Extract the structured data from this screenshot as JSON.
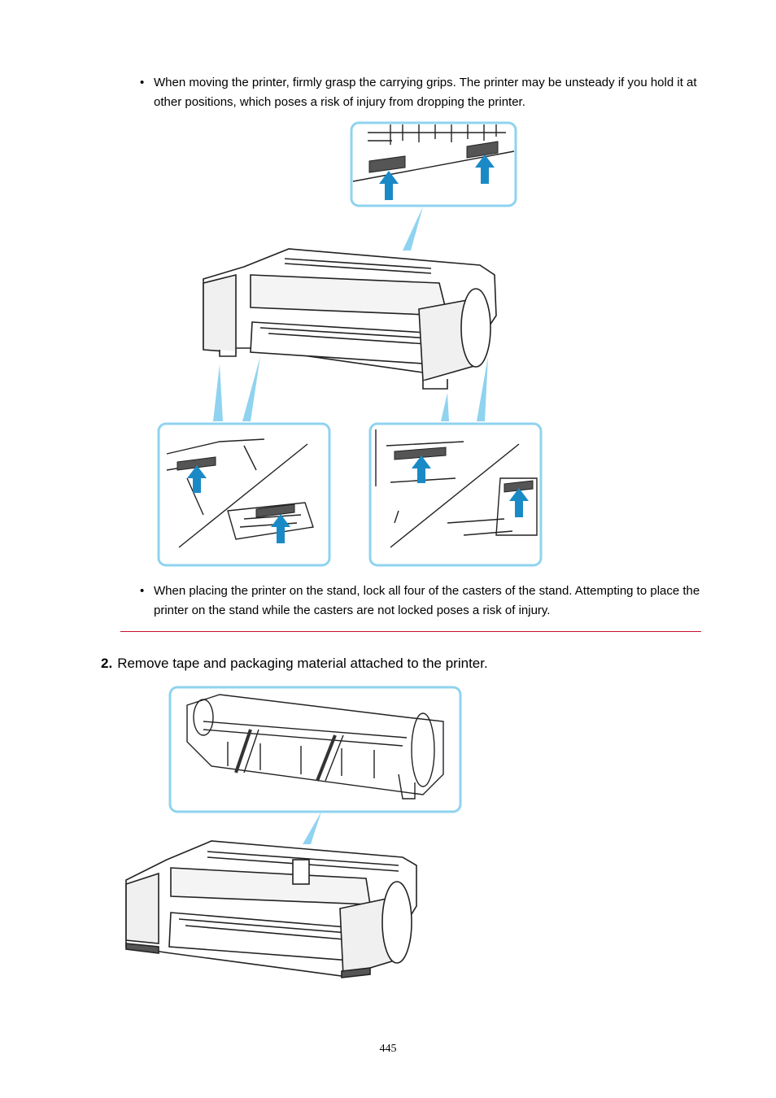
{
  "bullets": [
    "When moving the printer, firmly grasp the carrying grips. The printer may be unsteady if you hold it at other positions, which poses a risk of injury from dropping the printer.",
    "When placing the printer on the stand, lock all four of the casters of the stand. Attempting to place the printer on the stand while the casters are not locked poses a risk of injury."
  ],
  "bullet_symbol": "•",
  "step": {
    "number": "2.",
    "text": "Remove tape and packaging material attached to the printer."
  },
  "page_number": "445",
  "colors": {
    "callout_border": "#8fd3f0",
    "arrow": "#1a8ac6",
    "separator": "#c8102e",
    "line_art": "#222222"
  },
  "figures": [
    {
      "name": "carrying-grips-illustration",
      "icon": "printer-with-grip-callouts"
    },
    {
      "name": "tape-removal-illustration",
      "icon": "printer-with-tape-callout"
    }
  ]
}
